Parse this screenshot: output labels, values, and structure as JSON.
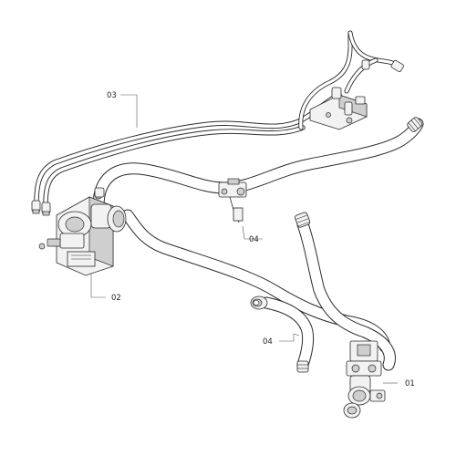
{
  "diagram": {
    "colors": {
      "line": "#2b2b2b",
      "hose_fill": "#ffffff",
      "part_fill": "#f2f2f2",
      "part_dark": "#cfcfcf"
    },
    "callouts": [
      {
        "id": "03",
        "label": "03"
      },
      {
        "id": "02",
        "label": "02"
      },
      {
        "id": "04a",
        "label": "04"
      },
      {
        "id": "04b",
        "label": "04"
      },
      {
        "id": "01",
        "label": "01"
      }
    ]
  }
}
